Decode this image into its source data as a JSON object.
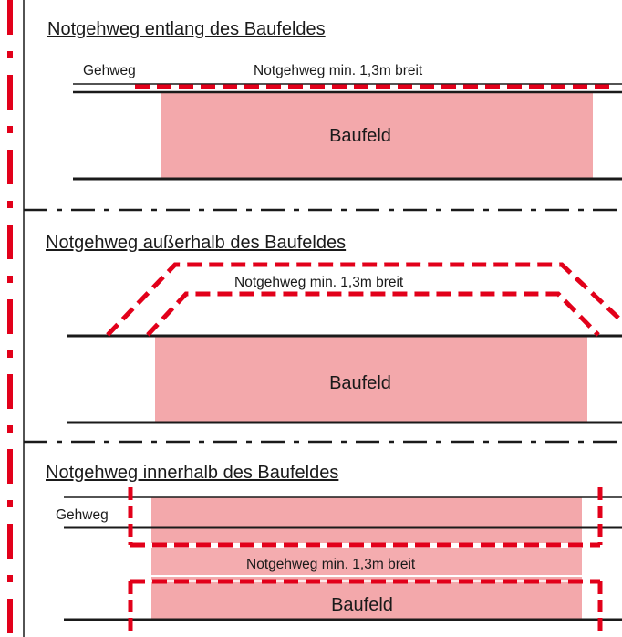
{
  "colors": {
    "field": "#f3a8ab",
    "barrier_red": "#e2001a",
    "line": "#1a1a1a",
    "separator_red": "#e2001a"
  },
  "sections": [
    {
      "title": "Notgehweg entlang des Baufeldes",
      "gehweg_label": "Gehweg",
      "notgehweg_label": "Notgehweg min. 1,3m breit",
      "baufeld_label": "Baufeld"
    },
    {
      "title": "Notgehweg außerhalb des Baufeldes",
      "notgehweg_label": "Notgehweg min. 1,3m breit",
      "baufeld_label": "Baufeld"
    },
    {
      "title": "Notgehweg innerhalb des Baufeldes",
      "gehweg_label": "Gehweg",
      "notgehweg_label": "Notgehweg min. 1,3m breit",
      "baufeld_label": "Baufeld"
    }
  ]
}
